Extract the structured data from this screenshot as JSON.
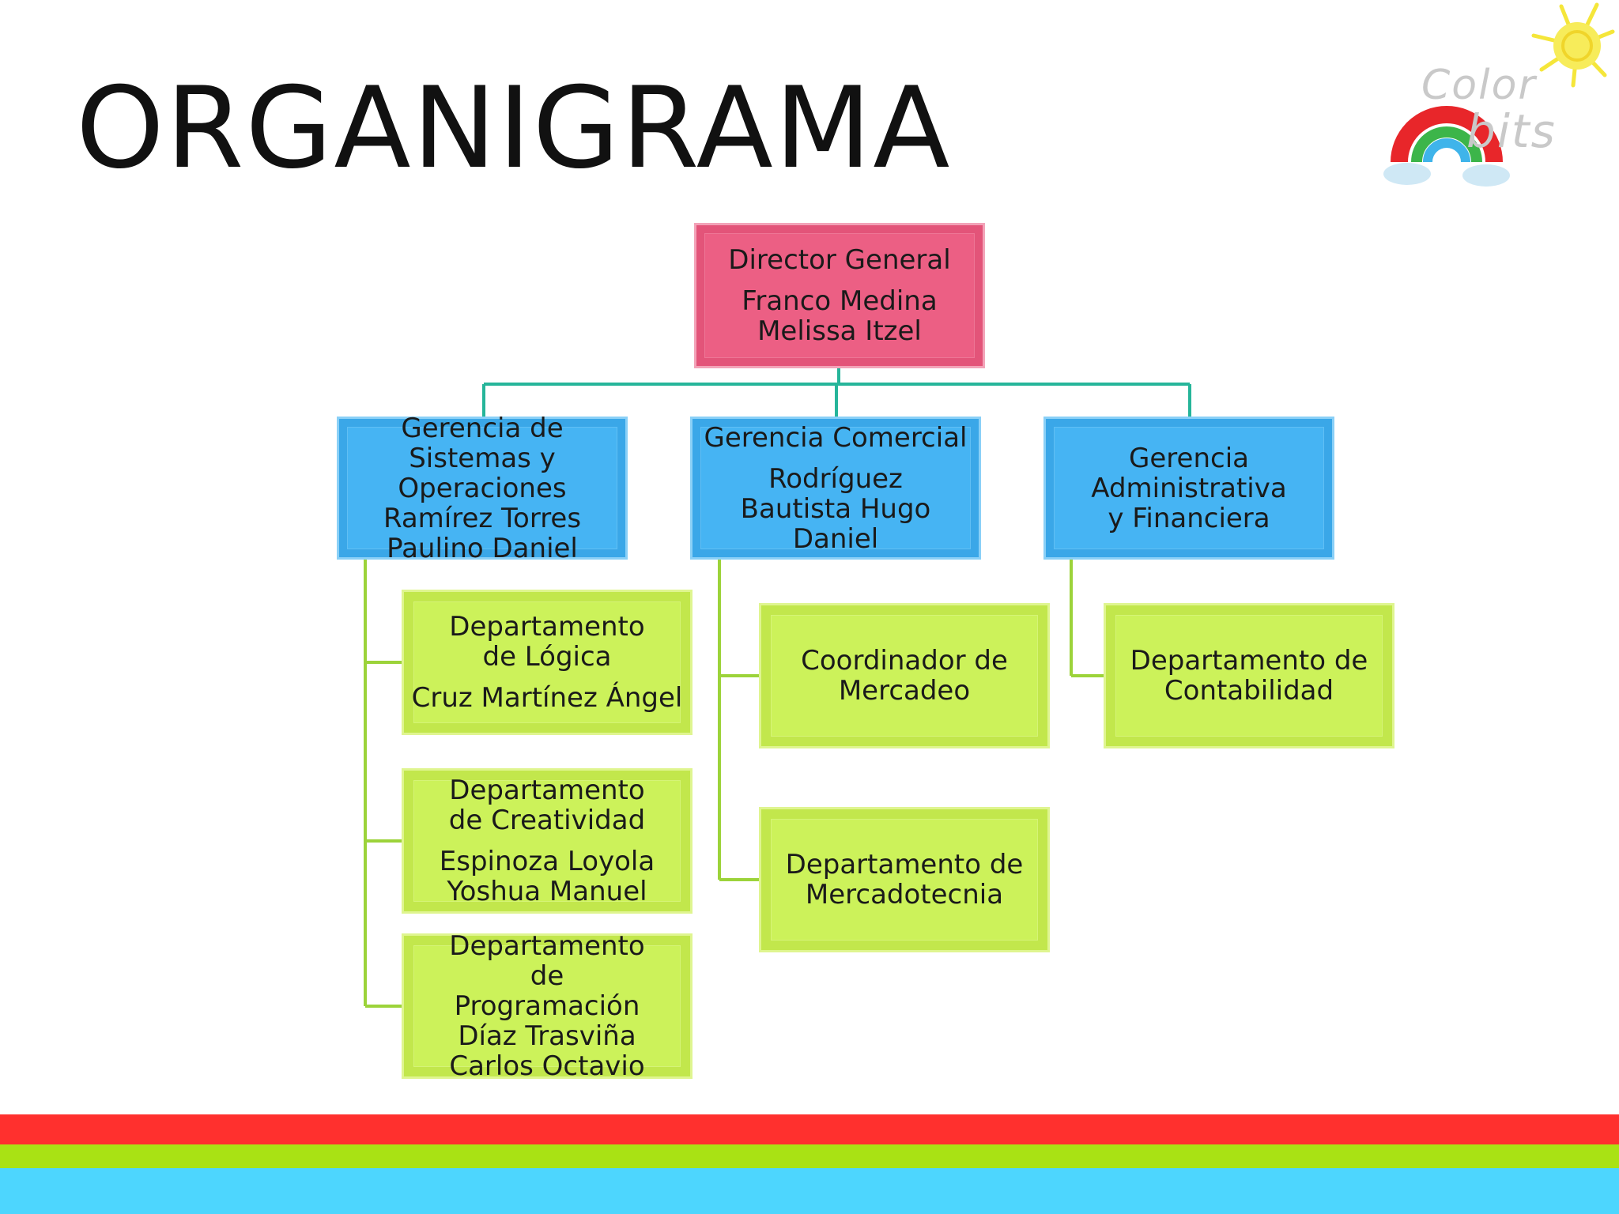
{
  "slide": {
    "title": "ORGANIGRAMA",
    "logo": {
      "line1": "Color",
      "line2": "bits"
    }
  },
  "colors": {
    "director": "#ec5f84",
    "gerencia": "#46b4f3",
    "departamento": "#ccf25a",
    "connector_top": "#26b59a",
    "connector_sub": "#9cd33a",
    "stripe_red": "#ff302e",
    "stripe_green": "#a9e214",
    "stripe_blue": "#4dd6fe"
  },
  "org": {
    "director": {
      "role": "Director General",
      "name": "Franco Medina Melissa Itzel"
    },
    "gerencias": [
      {
        "role": "Gerencia de Sistemas y Operaciones",
        "name": "Ramírez Torres Paulino Daniel",
        "departments": [
          {
            "role": "Departamento de Lógica",
            "name": "Cruz Martínez Ángel"
          },
          {
            "role": "Departamento de Creatividad",
            "name": "Espinoza Loyola Yoshua Manuel"
          },
          {
            "role": "Departamento de Programación",
            "name": "Díaz Trasviña Carlos Octavio"
          }
        ]
      },
      {
        "role": "Gerencia Comercial",
        "name": "Rodríguez Bautista Hugo Daniel",
        "departments": [
          {
            "role": "Coordinador de Mercadeo",
            "name": ""
          },
          {
            "role": "Departamento de Mercadotecnia",
            "name": ""
          }
        ]
      },
      {
        "role": "Gerencia Administrativa y Financiera",
        "name": "",
        "departments": [
          {
            "role": "Departamento de Contabilidad",
            "name": ""
          }
        ]
      }
    ]
  }
}
